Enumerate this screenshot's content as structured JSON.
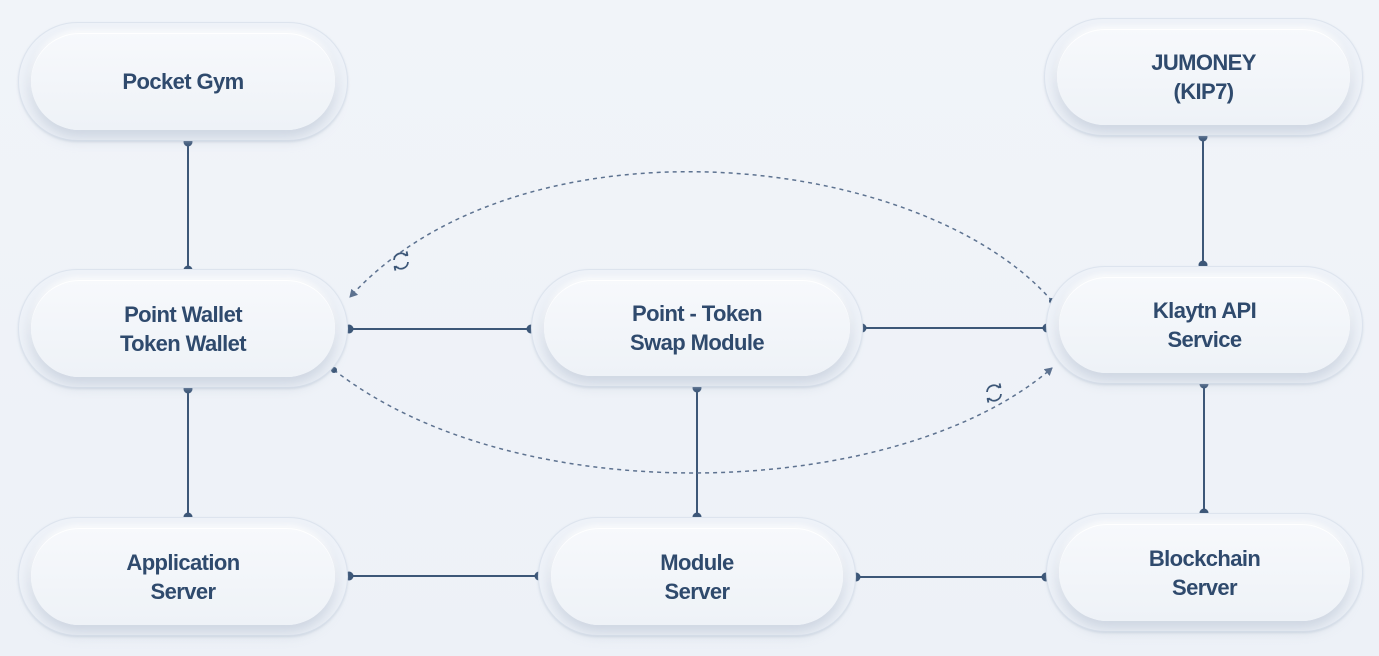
{
  "nodes": {
    "pocket_gym": {
      "lines": [
        "Pocket Gym"
      ]
    },
    "jumoney": {
      "lines": [
        "JUMONEY",
        "(KIP7)"
      ]
    },
    "wallet": {
      "lines": [
        "Point Wallet",
        "Token Wallet"
      ]
    },
    "swap_module": {
      "lines": [
        "Point - Token",
        "Swap Module"
      ]
    },
    "klaytn_api": {
      "lines": [
        "Klaytn API",
        "Service"
      ]
    },
    "app_server": {
      "lines": [
        "Application",
        "Server"
      ]
    },
    "module_server": {
      "lines": [
        "Module",
        "Server"
      ]
    },
    "blockchain_server": {
      "lines": [
        "Blockchain",
        "Server"
      ]
    }
  },
  "connections": [
    {
      "from": "pocket_gym",
      "to": "wallet",
      "style": "solid"
    },
    {
      "from": "jumoney",
      "to": "klaytn_api",
      "style": "solid"
    },
    {
      "from": "wallet",
      "to": "swap_module",
      "style": "solid"
    },
    {
      "from": "swap_module",
      "to": "klaytn_api",
      "style": "solid"
    },
    {
      "from": "wallet",
      "to": "app_server",
      "style": "solid"
    },
    {
      "from": "swap_module",
      "to": "module_server",
      "style": "solid"
    },
    {
      "from": "klaytn_api",
      "to": "blockchain_server",
      "style": "solid"
    },
    {
      "from": "app_server",
      "to": "module_server",
      "style": "solid"
    },
    {
      "from": "module_server",
      "to": "blockchain_server",
      "style": "solid"
    },
    {
      "from": "klaytn_api",
      "to": "wallet",
      "style": "dashed-arrow"
    },
    {
      "from": "wallet",
      "to": "klaytn_api",
      "style": "dashed-arrow"
    }
  ],
  "icons": [
    "sync-icon",
    "sync-icon"
  ],
  "colors": {
    "background": "#eef2f8",
    "text": "#2f4a6d",
    "line": "#3d5778",
    "dashed": "#5d7290"
  }
}
